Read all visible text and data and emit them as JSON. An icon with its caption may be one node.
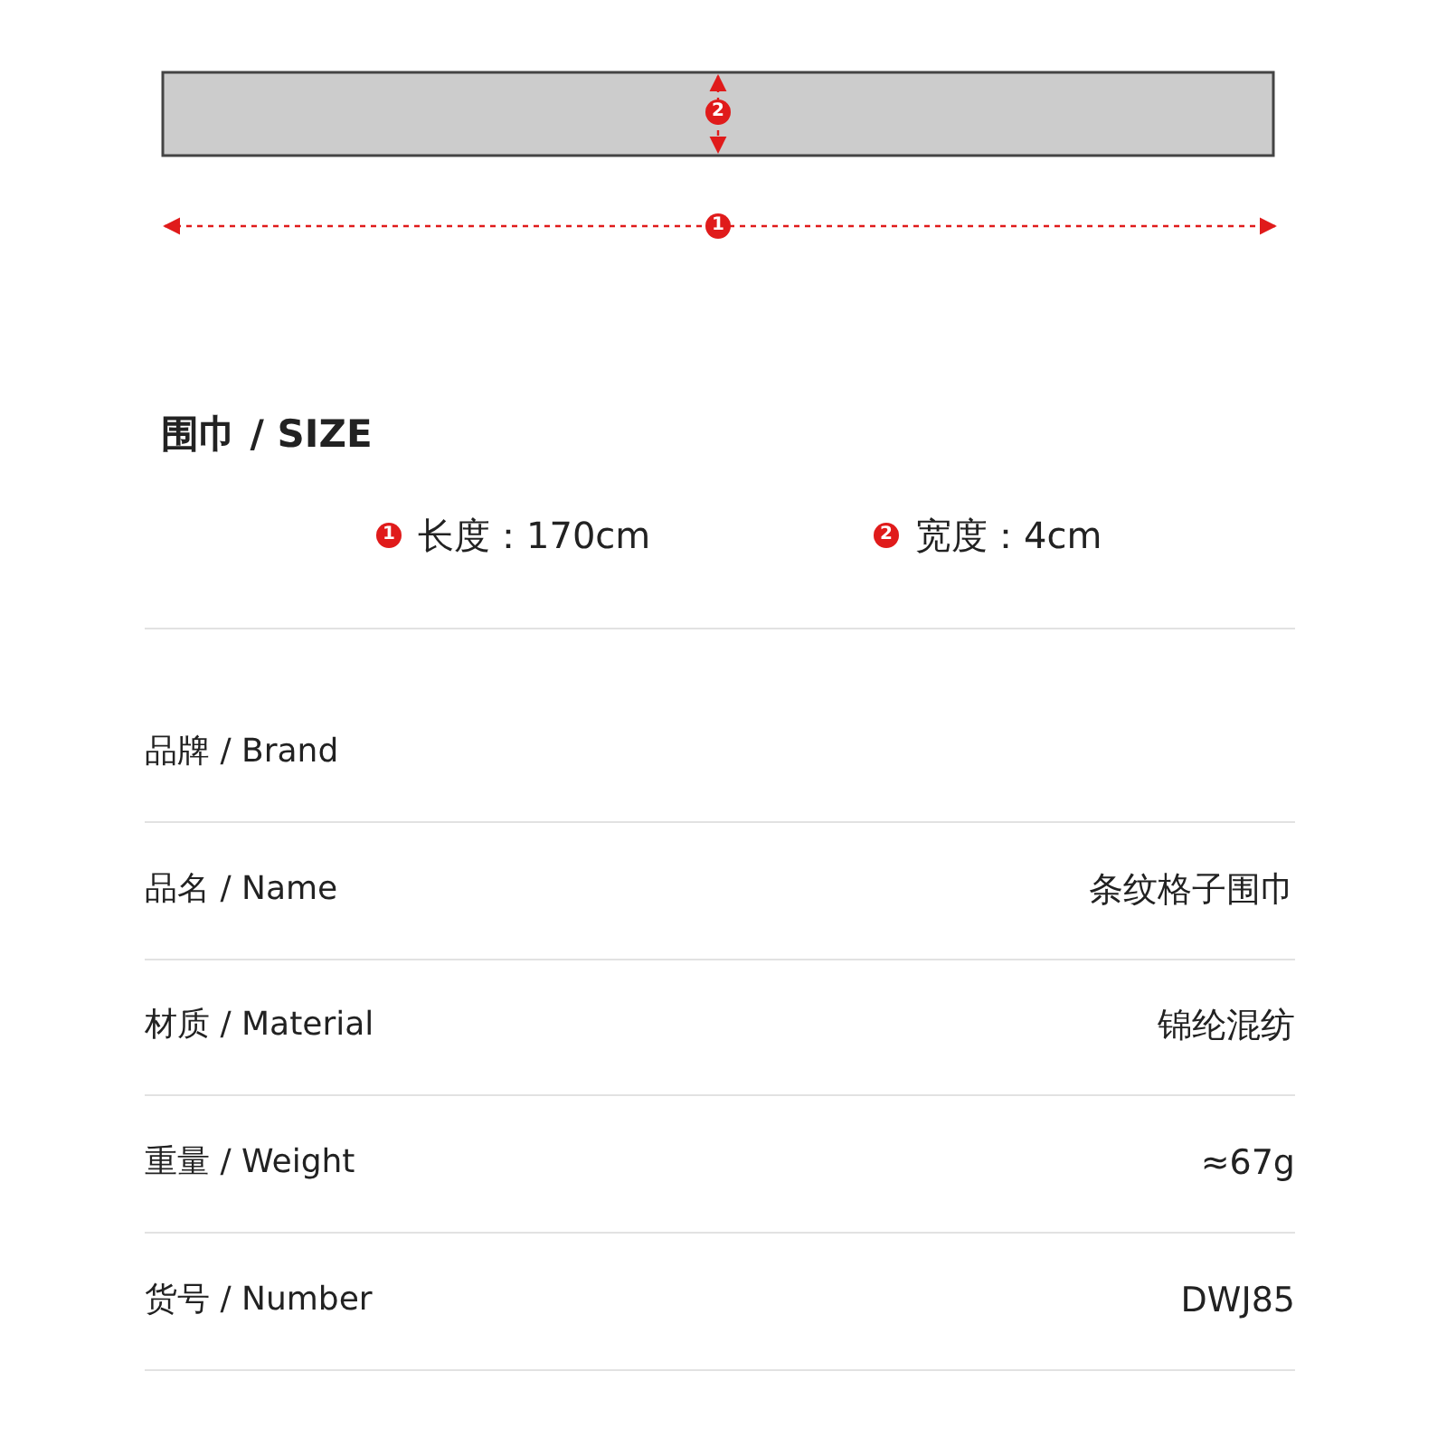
{
  "diagram": {
    "title": "围巾 / SIZE",
    "labels": [
      "2",
      "1",
      "1",
      "长度：170cm",
      "2",
      "宽度：4cm",
      "品牌 / Brand",
      "品名 / Name",
      "条纹格子围巾",
      "材质 / Material",
      "锦纶混纺",
      "重量 / Weight",
      "≈67g",
      "货号 / Number",
      "DWJ85"
    ]
  }
}
